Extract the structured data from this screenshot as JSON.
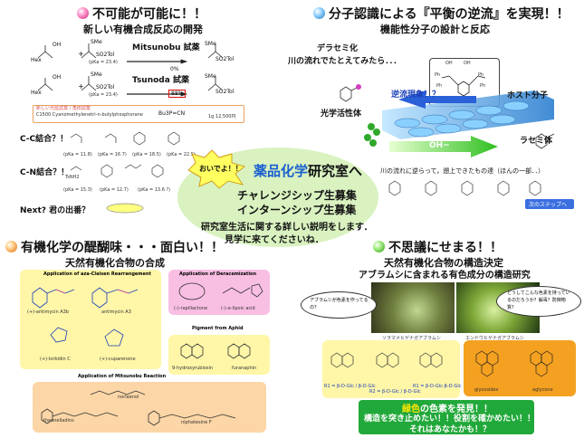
{
  "top_left": {
    "title": "不可能が可能に！！",
    "subtitle": "新しい有機合成反応の開発",
    "mitsunobu": "Mitsunobu 試薬",
    "mitsunobu_yield": "0%",
    "tsunoda": "Tsunoda 試薬",
    "tsunoda_yield": "88%",
    "pka": "(pKa = 23.4)",
    "sme": "SMe",
    "so2tol": "SO2Tol",
    "hex": "Hex",
    "oh": "OH",
    "reagent_header": "新しい光延試薬 / 角田試薬",
    "reagent_name": "C1500  Cyanomethylenetri-n-butylphosphorane",
    "reagent_formula": "Bu3P=CN",
    "reagent_price": "1g  12,500円",
    "cc": "C-C結合？！",
    "cn": "C-N結合？！",
    "next": "Next?  君の出番？",
    "cc_pka": [
      "(pKa = 11.8)",
      "(pKa = 16.7)",
      "(pKa = 18.5)",
      "(pKa = 22.5)"
    ],
    "cn_pka": [
      "(pKa = 15.3)",
      "(pKa = 12.7)",
      "(pKa = 13.6 ?)"
    ],
    "tsnh": "TsNH2"
  },
  "top_right": {
    "title": "分子認識による『平衡の逆流』を実現！！",
    "subtitle": "機能性分子の設計と反応",
    "deracem": "デラセミ化",
    "river": "川の流れでたとえてみたら．．．",
    "reverse": "逆流現象！？",
    "host": "ホスト分子",
    "optical": "光学活性体",
    "racemate": "ラセミ体",
    "oh_minus": "OH−",
    "river_note": "川の流れに逆らって，遡上できたもの達（ほんの一部．．）",
    "next_step": "次のステップへ",
    "host_labels": [
      "OH",
      "OH",
      "Ph",
      "Ph",
      "Ph",
      "Ph"
    ]
  },
  "center": {
    "title": "薬品化学研究室へ",
    "title_accent": "薬品化学",
    "title_rest": "研究室へ",
    "burst": "おいでよ！！",
    "line1": "チャレンジシップ生募集",
    "line2": "インターンシップ生募集",
    "line3": "研究室生活に関する詳しい説明をします．",
    "line4": "見学に来てくださいね．"
  },
  "bottom_left": {
    "title": "有機化学の醍醐味・・・面白い！！",
    "subtitle": "天然有機化合物の合成",
    "box1_title": "Application of aza-Claisen Rearrangement",
    "box1_labels": [
      "(+)-antimycin A3b",
      "antimycin A3",
      "(+)-lorbidin C",
      "(+)-cuparenone"
    ],
    "box2_title": "Application of Deracemization",
    "box2_labels": [
      "(-)-rapillactone",
      "(-)-α-lipoic acid"
    ],
    "box3_title": "Pigment from Aphid",
    "box3_labels": [
      "9-hydroxyrubiosin",
      "furanaphin"
    ],
    "box4_title": "Application of Mitsunobu Reaction",
    "box4_labels": [
      "norlaenol",
      "theonelladins",
      "niphatesine F"
    ]
  },
  "bottom_right": {
    "title": "不思議にせまる！！",
    "subtitle": "天然有機化合物の構造決定",
    "subtitle2": "アブラムシに含まれる有色成分の構造研究",
    "bubble1": "アブラムシが色素を作ってるの？",
    "bubble2": "どうしてこんな色素を持っているのだろうか？解毒？防御物質？",
    "photo1_caption": "ソラマメヒゲナガアブラムシ",
    "photo2_caption": "エンドウヒゲナガアブラムシ",
    "yellow_labels": [
      "R1 = β-D-Glc / β-D-Glc",
      "R2 = β-D-Glc / β-D-Glc",
      "R1 = β-D-Glc-β-D-Glc"
    ],
    "orange_labels": [
      "glycosides",
      "aglycone"
    ],
    "green_line1": "緑色の色素を発見！！",
    "green_accent": "緑色",
    "green_rest": "の色素を発見！！",
    "green_line2": "構造を突き止めたい！！役割を確かめたい！！",
    "green_line3": "それはあなたかも！？"
  },
  "colors": {
    "accent_blue": "#1a5fd0",
    "pink_box": "#f9bfe3",
    "yellow_box": "#fff6a8",
    "peach_box": "#fcd6a6",
    "orange_box": "#f4a020",
    "green_box": "#21a83a",
    "center_ellipse": "#d9f2c0"
  }
}
